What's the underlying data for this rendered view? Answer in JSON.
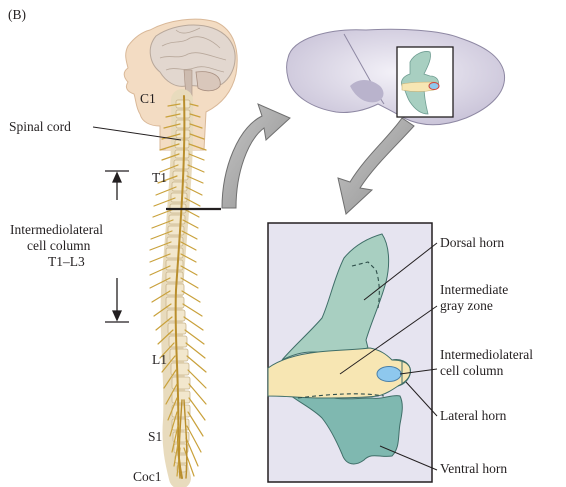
{
  "panel_label": "(B)",
  "spine_labels": {
    "c1": "C1",
    "spinal_cord": "Spinal cord",
    "t1": "T1",
    "column_line1": "Intermediolateral",
    "column_line2": "cell column",
    "column_line3": "T1–L3",
    "l1": "L1",
    "s1": "S1",
    "coc1": "Coc1"
  },
  "inset_labels": {
    "dorsal_horn": "Dorsal horn",
    "intermediate_line1": "Intermediate",
    "intermediate_line2": "gray zone",
    "iml_line1": "Intermediolateral",
    "iml_line2": "cell column",
    "lateral_horn": "Lateral horn",
    "ventral_horn": "Ventral horn"
  },
  "colors": {
    "skin": "#f3dcc3",
    "brain": "#e2d7cf",
    "vertebra": "#f2e7cd",
    "nerve": "#c9a13b",
    "panel_bg": "#e6e4f0",
    "dorsal_gray": "#a8cfc1",
    "ventral_gray": "#7fb8b0",
    "intermediate": "#f7e6b3",
    "iml_blue": "#8ec8ee",
    "arrow_gray": "#a9a9a9"
  }
}
